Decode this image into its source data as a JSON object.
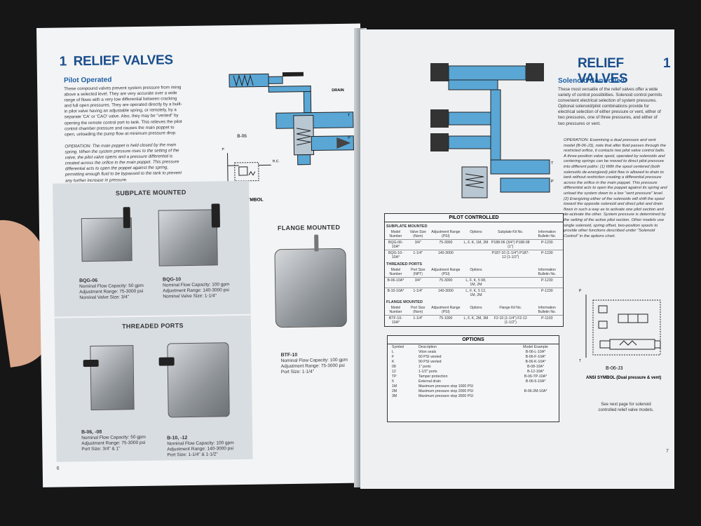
{
  "colors": {
    "accent": "#1a4e8c",
    "diagram_blue": "#5aa7d6",
    "page": "#f3f4f5"
  },
  "left_page": {
    "section_number": "1",
    "title": "RELIEF VALVES",
    "subtitle": "Pilot Operated",
    "paragraph": "These compound valves prevent system pressure from rising above a selected level. They are very accurate over a wide range of flows with a very low differential between cracking and full open pressures. They are operated directly by a built-in pilot valve having an adjustable spring, or remotely, by a separate 'CA' or 'CAO' valve. Also, they may be \"vented\" by opening the remote control port to tank. This relieves the pilot control chamber pressure and causes the main poppet to open, unloading the pump flow at minimum pressure drop.",
    "operation": "OPERATION: The main poppet is held closed by the main spring. When the system pressure rises to the setting of the valve, the pilot valve opens and a pressure differential is created across the orifice in the main poppet. This pressure differential acts to open the poppet against the spring, permitting enough fluid to be bypassed to the tank to prevent any further increase in pressure.",
    "diagram_label": "B-06",
    "drain_label": "DRAIN",
    "t_label": "T",
    "p_label": "P",
    "rc_label": "R.C.",
    "ansi_label": "ANSI SYMBOL",
    "subplate_heading": "SUBPLATE MOUNTED",
    "threaded_heading": "THREADED PORTS",
    "flange_heading": "FLANGE MOUNTED",
    "products": [
      {
        "name": "BQG-06",
        "line1": "Nominal Flow Capacity: 50 gpm",
        "line2": "Adjustment Range: 75-3000 psi",
        "line3": "Nominal Valve Size: 3/4\""
      },
      {
        "name": "BQG-10",
        "line1": "Nominal Flow Capacity: 100 gpm",
        "line2": "Adjustment Range: 140-3000 psi",
        "line3": "Nominal Valve Size: 1-1/4\""
      },
      {
        "name": "B-06, -08",
        "line1": "Nominal Flow Capacity: 50 gpm",
        "line2": "Adjustment Range: 75-3000 psi",
        "line3": "Port Size: 3/4\" & 1\""
      },
      {
        "name": "B-10, -12",
        "line1": "Nominal Flow Capacity: 100 gpm",
        "line2": "Adjustment Range: 140-3000 psi",
        "line3": "Port Size: 1-1/4\" & 1-1/2\""
      },
      {
        "name": "BTF-10",
        "line1": "Nominal Flow Capacity: 100 gpm",
        "line2": "Adjustment Range: 75-3000 psi",
        "line3": "Port Size: 1-1/4\""
      }
    ],
    "page_number": "6"
  },
  "right_page": {
    "title": "RELIEF VALVES",
    "section_number": "1",
    "subtitle": "Solenoid Controlled",
    "paragraph": "These most versatile of the relief valves offer a wide variety of control possibilities. Solenoid control permits convenient electrical selection of system pressures. Optional solenoid/pilot combinations provide for electrical selection of either pressure or vent, either of two pressures, one of three pressures, and either of two pressures or vent.",
    "operation": "OPERATION: Examining a dual pressure and vent model (B-06-J3), note that after fluid passes through the restricted orifice, it contacts two pilot valve control balls. A three-position valve spool, operated by solenoids and centering springs can be moved to direct pilot pressure into different paths: (1) With the spool centered (both solenoids de-energized) pilot flow is allowed to drain to tank without restriction creating a differential pressure across the orifice in the main poppet. This pressure differential acts to open the poppet against its spring and unload the system down to a low \"vent pressure\" level. (2) Energizing either of the solenoids will shift the spool toward the opposite solenoid and direct pilot and drain flows in such a way as to activate one pilot section and de-activate the other. System pressure is determined by the setting of the active pilot section. Other models use single solenoid, spring offset, two-position spools to provide other functions described under \"Solenoid Control\" in the options chart.",
    "t_label": "T",
    "p_label": "P",
    "symbol_model": "B-06-J3",
    "symbol_label": "ANSI SYMBOL (Dual pressure & vent)",
    "see_next": "See next page for solenoid controlled relief valve models.",
    "page_number": "7"
  },
  "pilot_table": {
    "title": "PILOT CONTROLLED",
    "sections": [
      {
        "name": "SUBPLATE MOUNTED",
        "headers": [
          "Model Number",
          "Valve Size (Nom)",
          "Adjustment Range (PSI)",
          "Options",
          "Subplate Kit No.",
          "Information Bulletin No."
        ],
        "rows": [
          [
            "BQG-06-10A*",
            "3/4\"",
            "75-3000",
            "L, F, K, 1M, 2M",
            "P188-06 (3/4\") P188-08 (1\")",
            "P-1230"
          ],
          [
            "BQG-10-10A*",
            "1-1/4\"",
            "140-3000",
            "",
            "P187-10 (1-1/4\") P187-12 (1-1/2\")",
            "P-1230"
          ]
        ]
      },
      {
        "name": "THREADED PORTS",
        "headers": [
          "Model Number",
          "Port Size (NPT)",
          "Adjustment Range (PSI)",
          "Options",
          "",
          "Information Bulletin No."
        ],
        "rows": [
          [
            "B-06-10A*",
            "3/4\"",
            "75-3000",
            "L, F, K, 5 08, 1M, 2M",
            "",
            "P-1230"
          ],
          [
            "B-10-10A*",
            "1-1/4\"",
            "140-3000",
            "L, F, K, 5 12, 1M, 2M",
            "",
            "P-1230"
          ]
        ]
      },
      {
        "name": "FLANGE MOUNTED",
        "headers": [
          "Model Number",
          "Port Size (Nom)",
          "Adjustment Range (PSI)",
          "Options",
          "Flange Kit No.",
          "Information Bulletin No."
        ],
        "rows": [
          [
            "BTF-10-10A*",
            "1-1/4\"",
            "75-1000",
            "L, F, K, 2M, 3M",
            "F2-10 (1-1/4\") F2-12 (1-1/2\")",
            "P-1103"
          ]
        ]
      }
    ]
  },
  "options_table": {
    "title": "OPTIONS",
    "headers": [
      "Symbol",
      "Description",
      "Model Example"
    ],
    "rows": [
      [
        "L",
        "Viton seals",
        "B-06-L-10A*"
      ],
      [
        "F",
        "60 PSI vented",
        "B-06-F-10A*"
      ],
      [
        "K",
        "90 PSI vented",
        "B-06-K-10A*"
      ],
      [
        "08",
        "1\" ports",
        "B-08-10A*"
      ],
      [
        "12",
        "1-1/2\" ports",
        "B-12-10A*"
      ],
      [
        "TP",
        "Tamper protection",
        "B-06-TP-10A*"
      ],
      [
        "5",
        "External drain",
        "B-06-5-10A*"
      ],
      [
        "1M",
        "Maximum pressure stop 1000 PSI",
        ""
      ],
      [
        "2M",
        "Maximum pressure stop 2000 PSI",
        "B-06-2M-10A*"
      ],
      [
        "3M",
        "Maximum pressure stop 3000 PSI",
        ""
      ]
    ]
  }
}
